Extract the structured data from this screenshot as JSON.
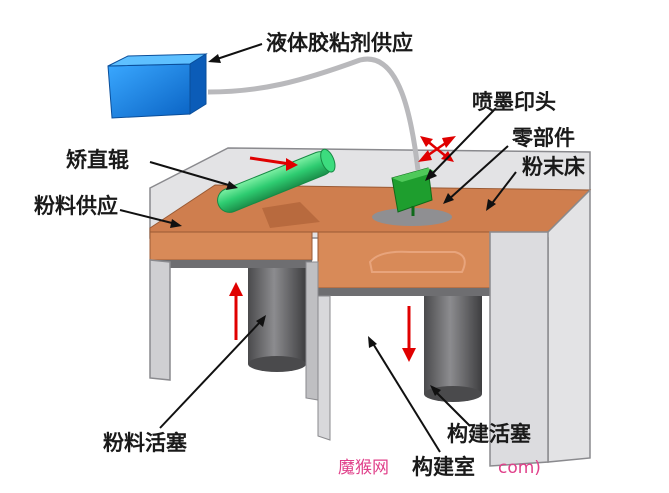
{
  "labels": {
    "liquid_binder_supply": "液体胶粘剂供应",
    "inkjet_head": "喷墨印头",
    "part": "零部件",
    "powder_bed": "粉末床",
    "leveling_roller": "矫直辊",
    "powder_supply": "粉料供应",
    "powder_piston": "粉料活塞",
    "build_piston": "构建活塞",
    "build_chamber": "构建室"
  },
  "watermark": {
    "text": "魔猴网",
    "url_fragment": "com)"
  },
  "colors": {
    "powder": "#c8784a",
    "wall": "#d4d4d6",
    "piston": "#6b6b6e",
    "roller": "#2ecc71",
    "print_head": "#1e9e2e",
    "binder_box": "#1c8fe6",
    "arrow_red": "#e00000",
    "watermark": "#e0408a"
  }
}
